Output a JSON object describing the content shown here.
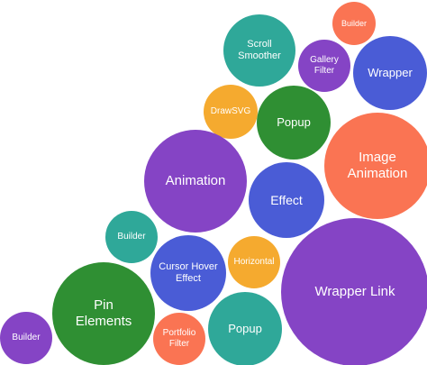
{
  "colors": {
    "purple": "#8544c5",
    "green": "#2f8f33",
    "teal": "#2fa899",
    "blue": "#4a5cd6",
    "orange": "#fa7453",
    "yellow": "#f5aa2f"
  },
  "bubbles": {
    "builder_top": {
      "label": "Builder",
      "color": "#fa7453"
    },
    "scroll": {
      "label": "Scroll\nSmoother",
      "color": "#2fa899"
    },
    "gallery": {
      "label": "Gallery\nFilter",
      "color": "#8544c5"
    },
    "wrapper": {
      "label": "Wrapper",
      "color": "#4a5cd6"
    },
    "drawsvg": {
      "label": "DrawSVG",
      "color": "#f5aa2f"
    },
    "popup_top": {
      "label": "Popup",
      "color": "#2f8f33"
    },
    "image": {
      "label": "Image\nAnimation",
      "color": "#fa7453"
    },
    "animation": {
      "label": "Animation",
      "color": "#8544c5"
    },
    "effect": {
      "label": "Effect",
      "color": "#4a5cd6"
    },
    "builder_mid": {
      "label": "Builder",
      "color": "#2fa899"
    },
    "cursor": {
      "label": "Cursor Hover\nEffect",
      "color": "#4a5cd6"
    },
    "horizontal": {
      "label": "Horizontal",
      "color": "#f5aa2f"
    },
    "wrapper_link": {
      "label": "Wrapper Link",
      "color": "#8544c5"
    },
    "pin": {
      "label": "Pin\nElements",
      "color": "#2f8f33"
    },
    "portfolio": {
      "label": "Portfolio\nFilter",
      "color": "#fa7453"
    },
    "popup_bottom": {
      "label": "Popup",
      "color": "#2fa899"
    },
    "builder_bl": {
      "label": "Builder",
      "color": "#8544c5"
    }
  }
}
